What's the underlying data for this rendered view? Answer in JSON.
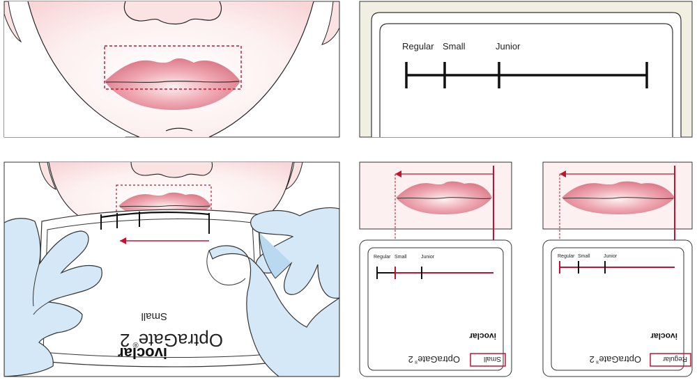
{
  "colors": {
    "lip": "#e58a96",
    "lip_light": "#f7dce0",
    "skin": "#fbe3e4",
    "glove": "#d4e8f7",
    "glove_dark": "#b9d9f1",
    "accent_red": "#c8102e",
    "ink": "#1a1a1a",
    "card_bg": "#f1eee2"
  },
  "panel_ruler": {
    "labels": {
      "regular": "Regular",
      "small": "Small",
      "junior": "Junior"
    }
  },
  "panel_gloves": {
    "brand": "ivoclar",
    "product": "OptraGate",
    "product_sup": "®",
    "product_version": "2",
    "size_text": "Small"
  },
  "panel_small_result": {
    "labels": {
      "regular": "Regular",
      "small": "Small",
      "junior": "Junior"
    },
    "brand": "ivoclar",
    "product": "OptraGate",
    "product_sup": "®",
    "product_version": "2",
    "size_box": "Small"
  },
  "panel_regular_result": {
    "labels": {
      "regular": "Regular",
      "small": "Small",
      "junior": "Junior"
    },
    "brand": "ivoclar",
    "product": "OptraGate",
    "product_sup": "®",
    "product_version": "2",
    "size_box": "Regular"
  }
}
